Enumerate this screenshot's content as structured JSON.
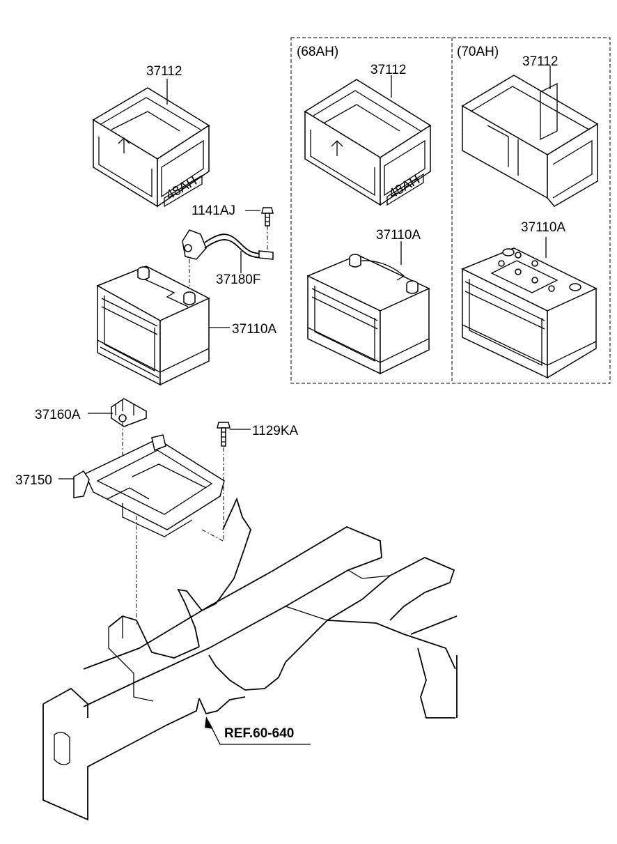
{
  "labels": {
    "cover_main": "37112",
    "cover_68": "37112",
    "cover_70": "37112",
    "bolt_top": "1141AJ",
    "cable": "37180F",
    "battery_main": "37110A",
    "battery_68": "37110A",
    "battery_70": "37110A",
    "clamp": "37160A",
    "bolt_tray": "1129KA",
    "tray": "37150",
    "ref": "REF.60-640"
  },
  "variants": {
    "ah68": "(68AH)",
    "ah70": "(70AH)"
  },
  "cover_marking": "48AH"
}
